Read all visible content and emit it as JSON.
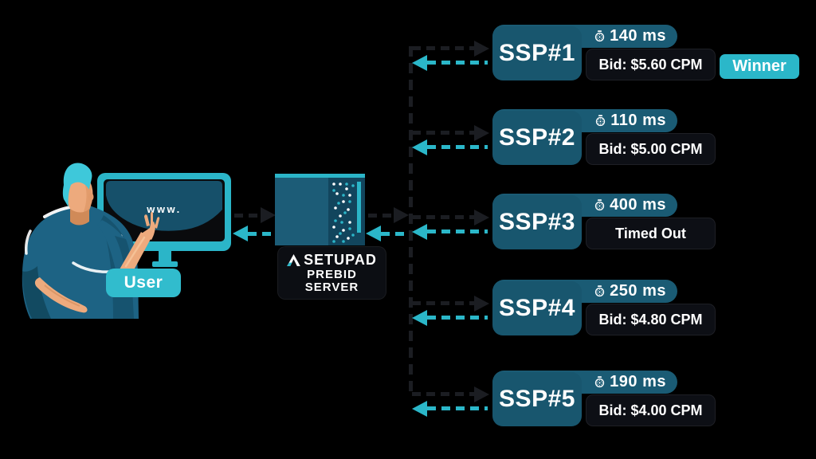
{
  "colors": {
    "accent_cyan": "#2bb7c9",
    "teal_box": "#18566e",
    "panel_black": "#0d0f15",
    "arrow_black": "#1b1d22",
    "background": "#000000",
    "text_white": "#ffffff"
  },
  "icons": {
    "latency": "stopwatch-icon",
    "brand": "setupad-logo-icon",
    "request": "black-dashed-right-arrow",
    "response": "cyan-dashed-left-arrow"
  },
  "user": {
    "badge_label": "User",
    "monitor_url": "www."
  },
  "server": {
    "brand": "SETUPAD",
    "line1": "PREBID",
    "line2": "SERVER"
  },
  "winner_label": "Winner",
  "ssps": [
    {
      "name": "SSP#1",
      "latency": "140 ms",
      "result": "Bid: $5.60 CPM",
      "winner": true
    },
    {
      "name": "SSP#2",
      "latency": "110 ms",
      "result": "Bid: $5.00 CPM",
      "winner": false
    },
    {
      "name": "SSP#3",
      "latency": "400 ms",
      "result": "Timed Out",
      "winner": false
    },
    {
      "name": "SSP#4",
      "latency": "250 ms",
      "result": "Bid: $4.80 CPM",
      "winner": false
    },
    {
      "name": "SSP#5",
      "latency": "190 ms",
      "result": "Bid: $4.00 CPM",
      "winner": false
    }
  ]
}
